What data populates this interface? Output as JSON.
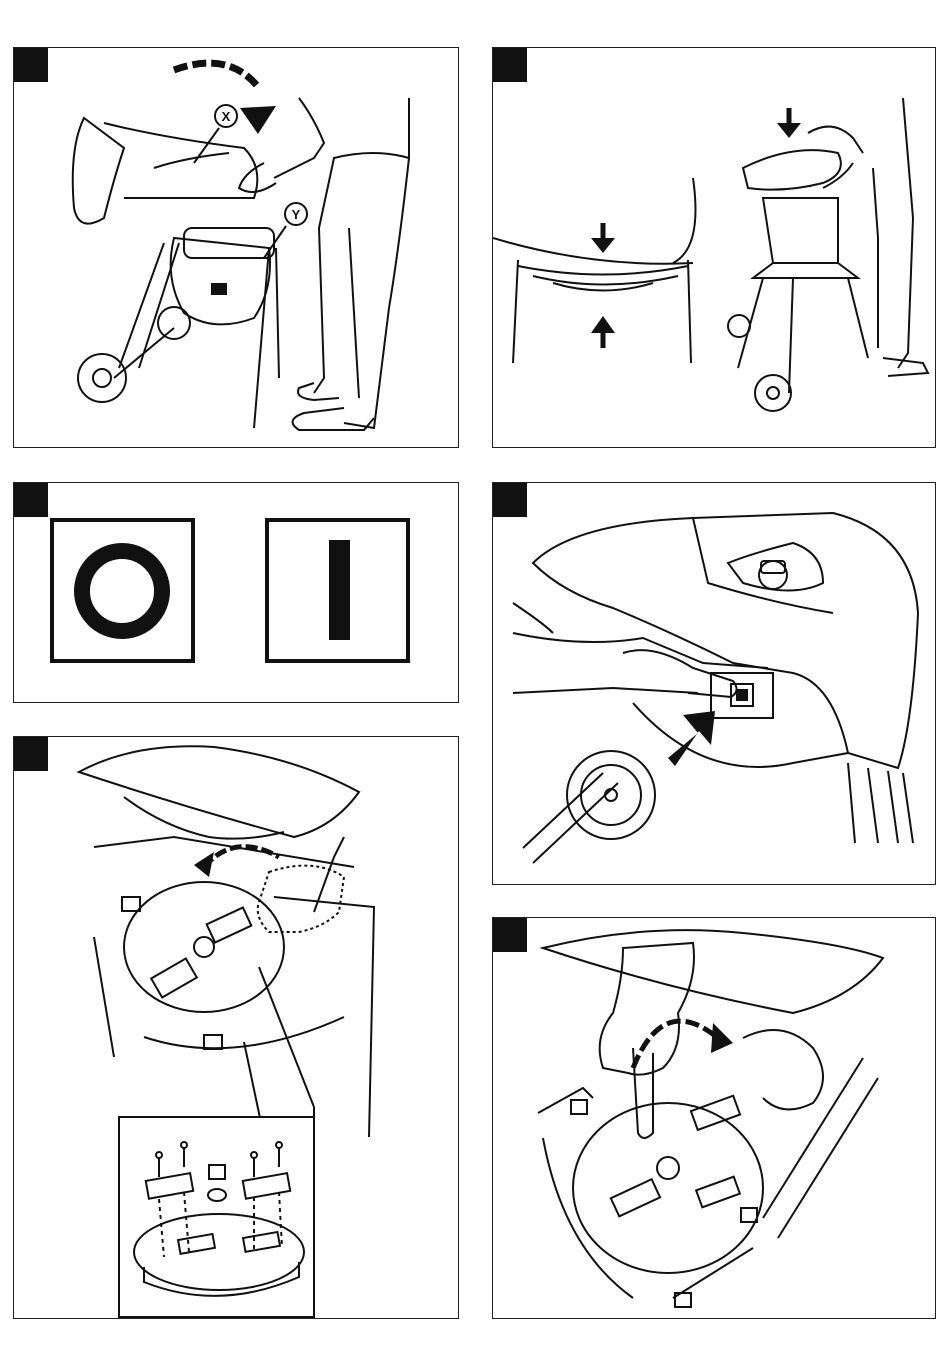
{
  "figures": [
    {
      "id": "fig1",
      "callouts": {
        "x": "X",
        "y": "Y"
      }
    },
    {
      "id": "fig2"
    },
    {
      "id": "fig3",
      "symbols": {
        "off": "O",
        "on": "I"
      }
    },
    {
      "id": "fig4"
    },
    {
      "id": "fig5"
    },
    {
      "id": "fig6"
    }
  ],
  "colors": {
    "ink": "#111111",
    "paper": "#ffffff"
  }
}
